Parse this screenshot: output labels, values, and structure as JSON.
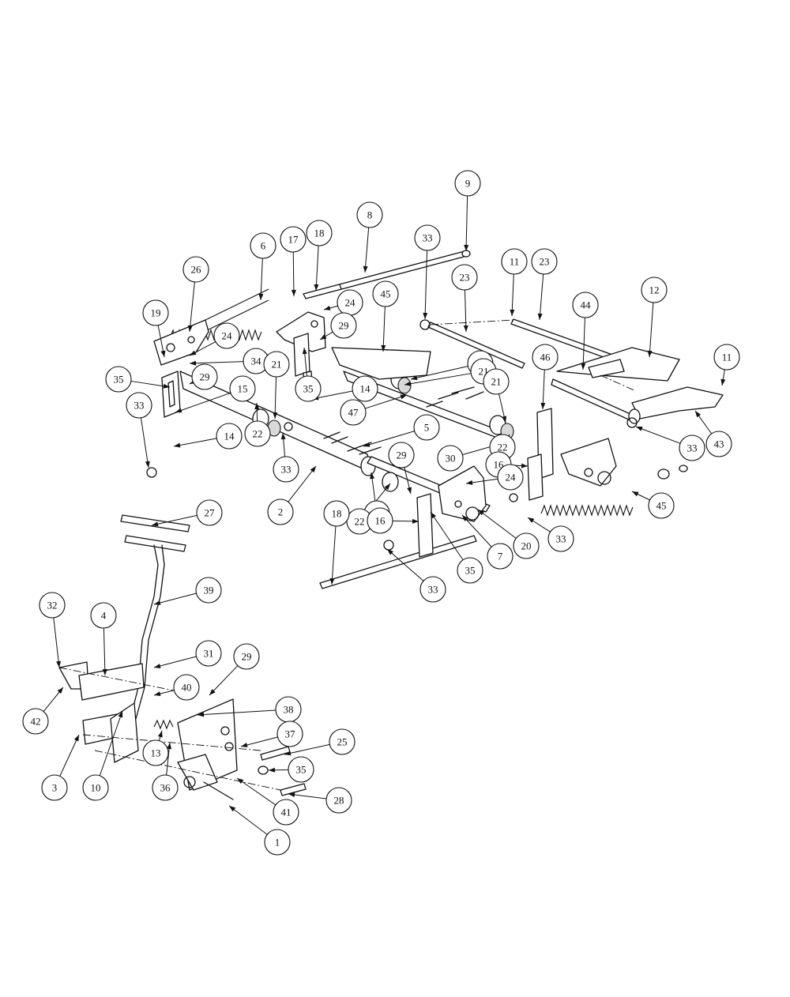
{
  "callouts": [
    {
      "id": "c9",
      "label": "9"
    },
    {
      "id": "c8",
      "label": "8"
    },
    {
      "id": "c33a",
      "label": "33"
    },
    {
      "id": "c18a",
      "label": "18"
    },
    {
      "id": "c17",
      "label": "17"
    },
    {
      "id": "c6",
      "label": "6"
    },
    {
      "id": "c26",
      "label": "26"
    },
    {
      "id": "c11a",
      "label": "11"
    },
    {
      "id": "c23a",
      "label": "23"
    },
    {
      "id": "c23b",
      "label": "23"
    },
    {
      "id": "c12",
      "label": "12"
    },
    {
      "id": "c44",
      "label": "44"
    },
    {
      "id": "c45a",
      "label": "45"
    },
    {
      "id": "c24a",
      "label": "24"
    },
    {
      "id": "c19",
      "label": "19"
    },
    {
      "id": "c24b",
      "label": "24"
    },
    {
      "id": "c29a",
      "label": "29"
    },
    {
      "id": "c34",
      "label": "34"
    },
    {
      "id": "c11b",
      "label": "11"
    },
    {
      "id": "c46",
      "label": "46"
    },
    {
      "id": "c35a",
      "label": "35"
    },
    {
      "id": "c21a",
      "label": "21"
    },
    {
      "id": "c22a",
      "label": "22"
    },
    {
      "id": "c21b",
      "label": "21"
    },
    {
      "id": "c29b",
      "label": "29"
    },
    {
      "id": "c15",
      "label": "15"
    },
    {
      "id": "c35b",
      "label": "35"
    },
    {
      "id": "c14a",
      "label": "14"
    },
    {
      "id": "c21c",
      "label": "21"
    },
    {
      "id": "c47",
      "label": "47"
    },
    {
      "id": "c33b",
      "label": "33"
    },
    {
      "id": "c22b",
      "label": "22"
    },
    {
      "id": "c33c",
      "label": "33"
    },
    {
      "id": "c43",
      "label": "43"
    },
    {
      "id": "c14b",
      "label": "14"
    },
    {
      "id": "c5",
      "label": "5"
    },
    {
      "id": "c30",
      "label": "30"
    },
    {
      "id": "c22c",
      "label": "22"
    },
    {
      "id": "c33d",
      "label": "33"
    },
    {
      "id": "c16a",
      "label": "16"
    },
    {
      "id": "c29c",
      "label": "29"
    },
    {
      "id": "c24c",
      "label": "24"
    },
    {
      "id": "c45b",
      "label": "45"
    },
    {
      "id": "c2",
      "label": "2"
    },
    {
      "id": "c21d",
      "label": "21"
    },
    {
      "id": "c22d",
      "label": "22"
    },
    {
      "id": "c16b",
      "label": "16"
    },
    {
      "id": "c18b",
      "label": "18"
    },
    {
      "id": "c33e",
      "label": "33"
    },
    {
      "id": "c20",
      "label": "20"
    },
    {
      "id": "c7",
      "label": "7"
    },
    {
      "id": "c35c",
      "label": "35"
    },
    {
      "id": "c33f",
      "label": "33"
    },
    {
      "id": "c27",
      "label": "27"
    },
    {
      "id": "c39",
      "label": "39"
    },
    {
      "id": "c32",
      "label": "32"
    },
    {
      "id": "c4",
      "label": "4"
    },
    {
      "id": "c31",
      "label": "31"
    },
    {
      "id": "c29d",
      "label": "29"
    },
    {
      "id": "c40",
      "label": "40"
    },
    {
      "id": "c42",
      "label": "42"
    },
    {
      "id": "c38",
      "label": "38"
    },
    {
      "id": "c37",
      "label": "37"
    },
    {
      "id": "c25",
      "label": "25"
    },
    {
      "id": "c35d",
      "label": "35"
    },
    {
      "id": "c13",
      "label": "13"
    },
    {
      "id": "c3",
      "label": "3"
    },
    {
      "id": "c10",
      "label": "10"
    },
    {
      "id": "c36",
      "label": "36"
    },
    {
      "id": "c28",
      "label": "28"
    },
    {
      "id": "c41",
      "label": "41"
    },
    {
      "id": "c1",
      "label": "1"
    }
  ]
}
